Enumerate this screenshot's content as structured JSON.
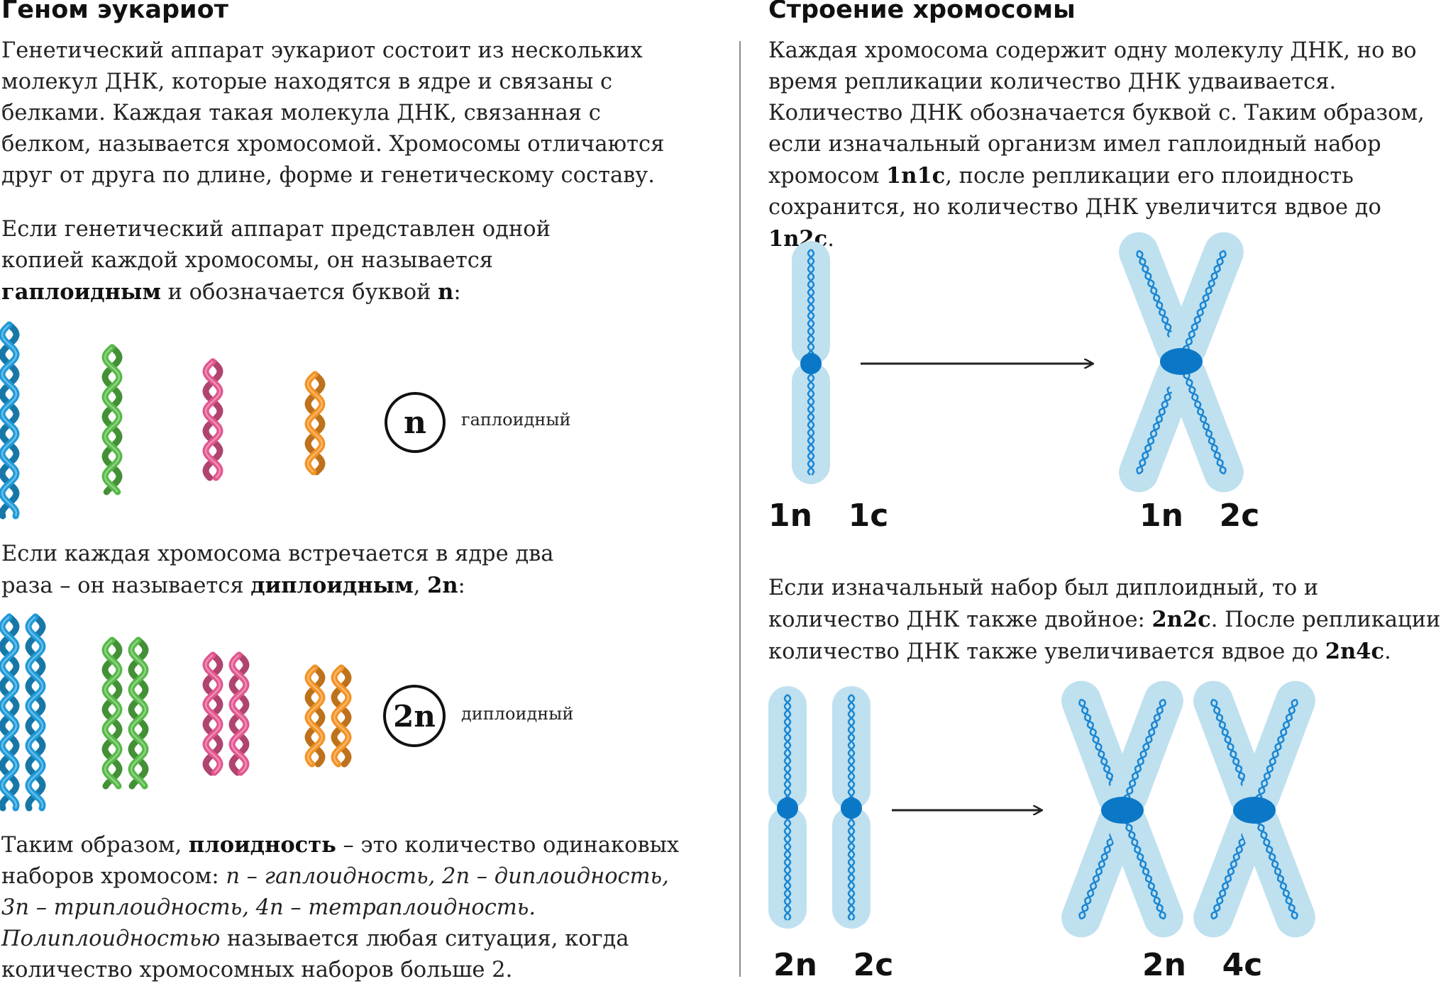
{
  "left": {
    "title": "Геном эукариот",
    "para1": "Генетический аппарат эукариот состоит из нескольких молекул ДНК, которые находятся в ядре и связаны с белками. Каждая такая молекула ДНК, связанная с белком, называется хромосомой. Хромосомы отличаются друг от друга по длине, форме и генетическому составу.",
    "para2": {
      "t1": "Если генетический аппарат представлен одной копией каждой хромосомы, он называется ",
      "b1": "гаплоидным",
      "t2": " и обозначается буквой ",
      "b2": "n",
      "t3": ":"
    },
    "haploid_badge": "n",
    "haploid_label": "гаплоидный",
    "para3": {
      "t1": "Если каждая хромосома встречается в ядре два раза – он называется ",
      "b1": "диплоидным",
      "t2": ", ",
      "b2": "2n",
      "t3": ":"
    },
    "diploid_badge": "2n",
    "diploid_label": "диплоидный",
    "para4": {
      "t1": "Таким образом, ",
      "b1": "плоидность",
      "t2": " – это количество одинаковых наборов хромосом: ",
      "i1": "n – гаплоидность, 2n – диплоидность, 3n – триплоидность, 4n – тетраплоидность. Полиплоидностью",
      "t3": " называется любая ситуация, когда количество хромосомных наборов больше 2."
    }
  },
  "right": {
    "title": "Строение хромосомы",
    "para1": {
      "t1": "Каждая хромосома содержит одну молекулу ДНК, но во время репликации количество ДНК удваивается. Количество ДНК обозначается буквой с. Таким образом, если изначальный организм имел гаплоидный набор хромосом ",
      "b1": "1n1c",
      "t2": ", после репликации его плоидность сохранится, но количество ДНК увеличится вдвое до ",
      "b2": "1n2c",
      "t3": "."
    },
    "label_1n1c": "1n  1c",
    "label_1n2c": "1n  2c",
    "para2": {
      "t1": "Если изначальный набор был диплоидный, то и количество ДНК также двойное: ",
      "b1": "2n2c",
      "t2": ". После репликации количество ДНК также увеличивается вдвое до ",
      "b2": "2n4c",
      "t3": "."
    },
    "label_2n2c": "2n  2c",
    "label_2n4c": "2n  4c"
  },
  "colors": {
    "blue": "#1e9ad8",
    "green": "#56b947",
    "pink": "#e2568f",
    "orange": "#f39223",
    "chromatid_fill": "#bfe0ef",
    "centromere": "#0b78c7",
    "dna_strand": "#1a86d3"
  }
}
